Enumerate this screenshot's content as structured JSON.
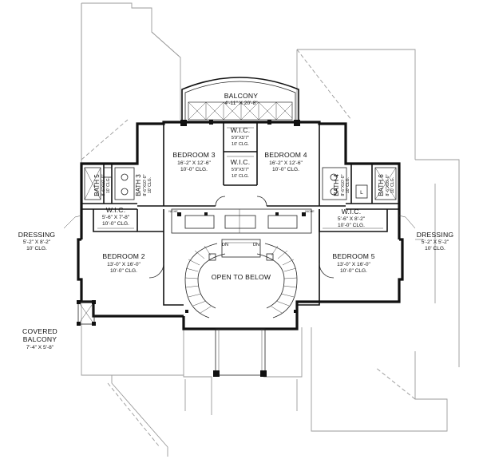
{
  "rooms": {
    "balcony": {
      "name": "BALCONY",
      "size": "4'-11\" X 20'-8\""
    },
    "wic_top": {
      "name": "W.I.C.",
      "size": "5'9\"X5'7\"",
      "clg": "10' CLG."
    },
    "wic_mid": {
      "name": "W.I.C.",
      "size": "5'9\"X5'7\"",
      "clg": "10' CLG."
    },
    "bedroom3": {
      "name": "BEDROOM 3",
      "size": "16'-2\" X 12'-6\"",
      "clg": "10'-0\" CLG."
    },
    "bedroom4": {
      "name": "BEDROOM 4",
      "size": "16'-2\" X 12'-6\"",
      "clg": "10'-0\" CLG."
    },
    "bath5": {
      "name": "BATH 5",
      "size": "8'-6\"X10'-0\"",
      "clg": "10' CLG."
    },
    "bath3": {
      "name": "BATH 3",
      "size": "8'-6\"X10'-0\"",
      "clg": "10' CLG."
    },
    "bath4": {
      "name": "BATH 4",
      "size": "8'-6\"X10'-0\"",
      "clg": "10' CLG."
    },
    "bath6": {
      "name": "BATH 6",
      "size": "8'-6\"X10'-0\"",
      "clg": "10' CLG."
    },
    "wic_left": {
      "name": "W.I.C.",
      "size": "5'-6\" X 7'-8\"",
      "clg": "10'-0\" CLG."
    },
    "wic_right": {
      "name": "W.I.C.",
      "size": "5'-6\" X 8'-2\"",
      "clg": "10'-0\" CLG."
    },
    "dressing_left": {
      "name": "DRESSING",
      "size": "5'-2\" X 8'-2\"",
      "clg": "10' CLG."
    },
    "dressing_right": {
      "name": "DRESSING",
      "size": "5'-2\" X 5'-2\"",
      "clg": "10' CLG."
    },
    "bedroom2": {
      "name": "BEDROOM 2",
      "size": "13'-0\" X 16'-0\"",
      "clg": "10'-0\" CLG."
    },
    "bedroom5": {
      "name": "BEDROOM 5",
      "size": "13'-0\" X 16'-0\"",
      "clg": "10'-0\" CLG."
    },
    "open_below": {
      "name": "OPEN TO BELOW"
    },
    "covered_balcony": {
      "line1": "COVERED",
      "line2": "BALCONY",
      "size": "7'-4\" X 5'-8\""
    }
  },
  "stairs": {
    "dn_left": "DN",
    "dn_right": "DN"
  },
  "niche": "NICHE",
  "linen": "L"
}
